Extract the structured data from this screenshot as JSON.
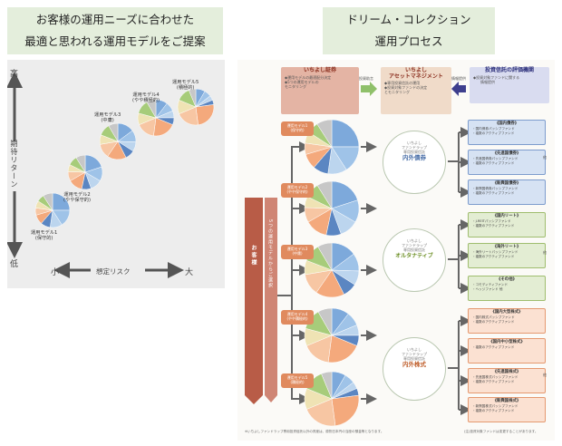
{
  "left_header": {
    "line1": "お客様の運用ニーズに合わせた",
    "line2": "最適と思われる運用モデルをご提案"
  },
  "right_header": {
    "line1": "ドリーム・コレクション",
    "line2": "運用プロセス"
  },
  "chart": {
    "y_axis": {
      "high": "高",
      "label": "期待リターン",
      "low": "低"
    },
    "x_axis": {
      "small": "小",
      "label": "想定リスク",
      "large": "大"
    },
    "models": [
      {
        "name": "運用モデル1",
        "sub": "(保守的)"
      },
      {
        "name": "運用モデル2",
        "sub": "(やや保守的)"
      },
      {
        "name": "運用モデル3",
        "sub": "(中庸)"
      },
      {
        "name": "運用モデル4",
        "sub": "(やや積極的)"
      },
      {
        "name": "運用モデル5",
        "sub": "(積極的)"
      }
    ]
  },
  "process": {
    "top_boxes": [
      {
        "title": "いちよし証券",
        "lines": [
          "◆運用モデルの最適配分決定",
          "◆5つの運用モデルの",
          "モニタリング"
        ]
      },
      {
        "title": "いちよし\nアセットマネジメント",
        "lines": [
          "◆専用投資信託の運用",
          "◆投資対象ファンドの決定",
          "とモニタリング"
        ]
      },
      {
        "title": "投資信託の評価機関",
        "lines": [
          "◆投資対象ファンドに関する",
          "情報提供"
        ]
      }
    ],
    "arrow_labels": [
      "投資助言",
      "情報提供"
    ],
    "customer_label": "お客様",
    "select_label": "5つの運用モデルからご選択",
    "model_tags": [
      {
        "name": "運用モデル1",
        "sub": "(保守的)"
      },
      {
        "name": "運用モデル2",
        "sub": "(やや保守的)"
      },
      {
        "name": "運用モデル3",
        "sub": "(中庸)"
      },
      {
        "name": "運用モデル4",
        "sub": "(やや積極的)"
      },
      {
        "name": "運用モデル5",
        "sub": "(積極的)"
      }
    ],
    "mid_circles": [
      {
        "s1": "いちよし",
        "s2": "ファンドラップ",
        "s3": "専用投資信託",
        "main": "内外債券",
        "color": "#4a6fa8"
      },
      {
        "s1": "いちよし",
        "s2": "ファンドラップ",
        "s3": "専用投資信託",
        "main": "オルタナティブ",
        "color": "#6b8e23"
      },
      {
        "s1": "いちよし",
        "s2": "ファンドラップ",
        "s3": "専用投資信託",
        "main": "内外株式",
        "color": "#c0602e"
      }
    ],
    "categories": [
      {
        "title": "《国内債券》",
        "lines": [
          "・国内債券パッシブファンド",
          "・複数のアクティブファンド"
        ],
        "group": "bond"
      },
      {
        "title": "《先進国債券》",
        "lines": [
          "・先進国債券パッシブファンド",
          "・複数のアクティブファンド"
        ],
        "group": "bond"
      },
      {
        "title": "《新興国債券》",
        "lines": [
          "・新興国債券パッシブファンド",
          "・複数のアクティブファンド"
        ],
        "group": "bond"
      },
      {
        "title": "《国内リート》",
        "lines": [
          "・J-REITパッシブファンド",
          "・複数のアクティブファンド"
        ],
        "group": "alt"
      },
      {
        "title": "《海外リート》",
        "lines": [
          "・海外リートパッシブファンド",
          "・複数のアクティブファンド"
        ],
        "group": "alt"
      },
      {
        "title": "《その他》",
        "lines": [
          "・コモディティファンド",
          "・ヘッジファンド 他"
        ],
        "group": "alt"
      },
      {
        "title": "《国内大型株式》",
        "lines": [
          "・国内株式パッシブファンド",
          "・複数のアクティブファンド"
        ],
        "group": "eq"
      },
      {
        "title": "《国内中小型株式》",
        "lines": [
          "・複数のアクティブファンド"
        ],
        "group": "eq"
      },
      {
        "title": "《先進国株式》",
        "lines": [
          "・先進国株式パッシブファンド",
          "・複数のアクティブファンド"
        ],
        "group": "eq"
      },
      {
        "title": "《新興国株式》",
        "lines": [
          "・新興国株式パッシブファンド",
          "・複数のアクティブファンド"
        ],
        "group": "eq"
      }
    ],
    "etc_label": "他",
    "footnote_left": "※いちよしファンドラップ専用投資信託以外の資産は、原則日本円の当座の預金等となります。",
    "footnote_right": "(注)投資対象ファンドは変更することがあります。"
  },
  "colors": {
    "pie": [
      "#7da9db",
      "#9fc3e8",
      "#bcd5ee",
      "#5b86c2",
      "#f4a97c",
      "#f7c6a3",
      "#efe3b4",
      "#a7cc7a",
      "#c7c7c7"
    ],
    "bond_fill": "#d6e2f3",
    "bond_border": "#7d9ccd",
    "alt_fill": "#e3edd3",
    "alt_border": "#9fbd6e",
    "eq_fill": "#fbe1d2",
    "eq_border": "#e59970",
    "customer": "#b85c47"
  }
}
